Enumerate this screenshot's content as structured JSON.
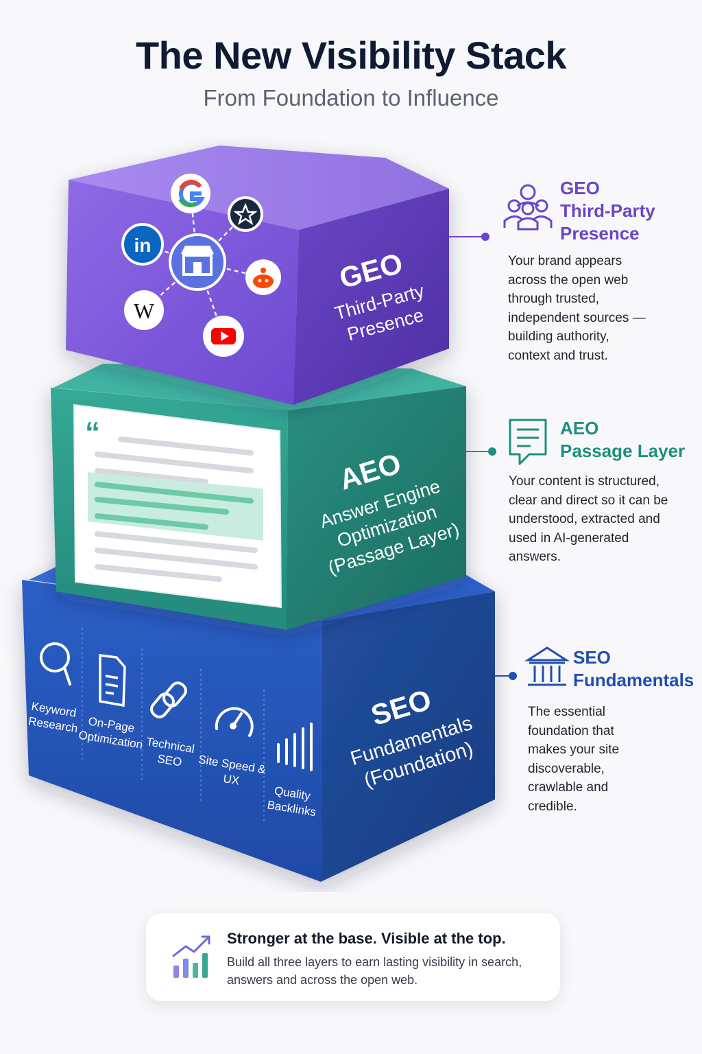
{
  "header": {
    "title": "The New Visibility Stack",
    "subtitle": "From Foundation to Influence"
  },
  "layers": {
    "geo": {
      "title": "GEO",
      "subtitle_lines": [
        "Third-Party",
        "Presence"
      ],
      "color": "#7a55d6",
      "icons": [
        "google-icon",
        "star-icon",
        "linkedin-icon",
        "reddit-icon",
        "wikipedia-icon",
        "youtube-icon",
        "storefront-icon"
      ],
      "wikipedia_glyph": "W",
      "linkedin_glyph": "in"
    },
    "aeo": {
      "title": "AEO",
      "subtitle_lines": [
        "Answer Engine",
        "Optimization",
        "(Passage Layer)"
      ],
      "color": "#2a9c8a",
      "quote_glyph": "“"
    },
    "seo": {
      "title": "SEO",
      "subtitle_lines": [
        "Fundamentals",
        "(Foundation)"
      ],
      "color": "#1f4fb0",
      "pillars": [
        {
          "lines": [
            "Keyword",
            "Research"
          ],
          "icon": "magnifier-icon"
        },
        {
          "lines": [
            "On-Page",
            "Optimization"
          ],
          "icon": "document-icon"
        },
        {
          "lines": [
            "Technical",
            "SEO"
          ],
          "icon": "chain-link-icon"
        },
        {
          "lines": [
            "Site Speed &",
            "UX"
          ],
          "icon": "speedometer-icon"
        },
        {
          "lines": [
            "Quality",
            "Backlinks"
          ],
          "icon": "bar-chart-icon"
        }
      ]
    }
  },
  "side_panels": {
    "geo": {
      "title": "GEO",
      "title2": "Third-Party",
      "title3": "Presence",
      "body": "Your brand appears across the open web through trusted, independent sources — building authority, context and trust.",
      "color": "#6a45c8",
      "icon": "people-group-icon"
    },
    "aeo": {
      "title": "AEO",
      "title2": "Passage Layer",
      "body": "Your content is structured, clear and direct so it can be understood, extracted and used in AI-generated answers.",
      "color": "#1f8f7e",
      "icon": "chat-document-icon"
    },
    "seo": {
      "title": "SEO",
      "title2": "Fundamentals",
      "body": "The essential foundation that makes your site discoverable, crawlable and credible.",
      "color": "#1f4fb0",
      "icon": "columns-building-icon"
    }
  },
  "callout": {
    "headline": "Stronger at the base. Visible at the top.",
    "body": "Build all three layers to earn lasting visibility in search, answers and across the open web.",
    "icon": "growth-chart-icon"
  }
}
